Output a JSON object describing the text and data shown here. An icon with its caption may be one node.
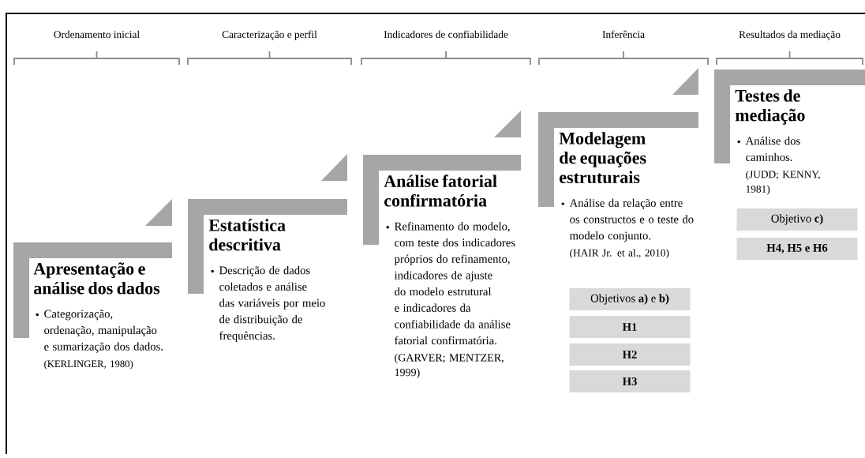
{
  "diagram": {
    "nodes": [
      {
        "text": [
          "Apresentação e análise dos dados",
          "Categorização, ordenação, manipulação e sumarização dos dados.",
          "(KERLINGER, 1980)"
        ]
      },
      {
        "text": [
          "Estatística descritiva",
          "Descrição de dados coletados e análise das variáveis por meio de distribuição de frequências."
        ]
      },
      {
        "text": [
          "Análise fatorial confirmatória",
          "Refinamento do modelo, com teste dos indicadores próprios do refinamento, indicadores de ajuste do modelo estrutural e indicadores da confiabilidade da análise fatorial confirmatória.",
          "(GARVER; MENTZER, 1999)"
        ]
      },
      {
        "text": [
          "Modelagem de equações estruturais",
          "Análise da relação entre os constructos e o teste do modelo conjunto.",
          "(HAIR Jr. et al., 2010)"
        ]
      },
      {
        "text": [
          "Objetivos **a)** e **b)**"
        ]
      },
      {
        "text": [
          "H1"
        ]
      },
      {
        "text": [
          "H2"
        ]
      },
      {
        "text": [
          "H3"
        ]
      },
      {
        "text": [
          "Testes de mediação",
          "Análise dos caminhos.",
          "(JUDD; KENNY, 1981)"
        ]
      },
      {
        "text": [
          "Objetivo **c)**"
        ]
      },
      {
        "text": [
          "H4, H5 e H6"
        ]
      }
    ],
    "labels": [
      "Ordenamento inicial",
      "Caracterização e perfil",
      "Indicadores de confiabilidade",
      "Inferência",
      "Resultados da mediação"
    ]
  }
}
